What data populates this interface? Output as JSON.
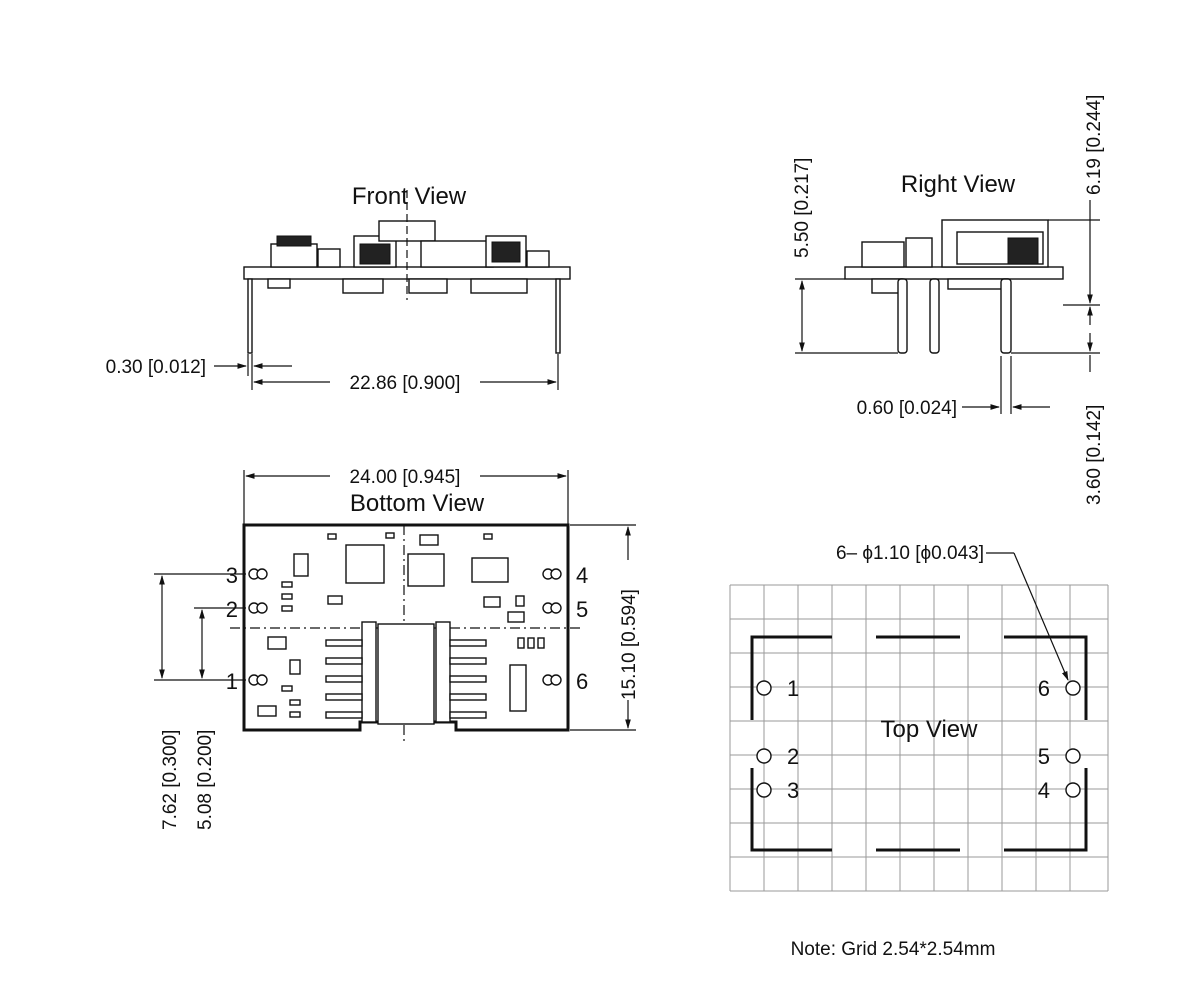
{
  "views": {
    "front": "Front View",
    "right": "Right View",
    "bottom": "Bottom View",
    "top": "Top View"
  },
  "dimensions": {
    "pin_width": "0.30 [0.012]",
    "pin_pitch_front": "22.86 [0.900]",
    "body_length": "24.00 [0.945]",
    "body_width": "15.10 [0.594]",
    "pin_span_1_3": "7.62 [0.300]",
    "pin_span_1_2": "5.08 [0.200]",
    "board_height": "5.50 [0.217]",
    "total_height": "6.19 [0.244]",
    "pin_length": "3.60 [0.142]",
    "pin_thickness": "0.60 [0.024]",
    "hole_callout": "6– ϕ1.10 [ϕ0.043]"
  },
  "pins": [
    "1",
    "2",
    "3",
    "4",
    "5",
    "6"
  ],
  "note": "Note: Grid 2.54*2.54mm"
}
